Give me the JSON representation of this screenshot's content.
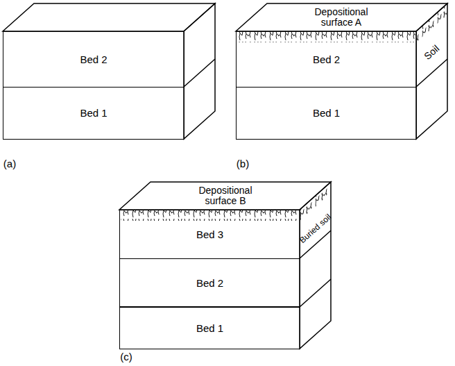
{
  "diagram": {
    "nodes": [
      {
        "text": [
          "Bed 2"
        ]
      },
      {
        "text": [
          "Bed 1"
        ]
      },
      {
        "text": [
          "Bed 2"
        ]
      },
      {
        "text": [
          "Bed 1"
        ]
      },
      {
        "text": [
          "Bed 3"
        ]
      },
      {
        "text": [
          "Bed 2"
        ]
      },
      {
        "text": [
          "Bed 1"
        ]
      }
    ],
    "labels": [
      "(a)",
      "Depositional surface A",
      "Soil",
      "(b)",
      "Depositional surface B",
      "Buried soil",
      "(c)"
    ]
  }
}
